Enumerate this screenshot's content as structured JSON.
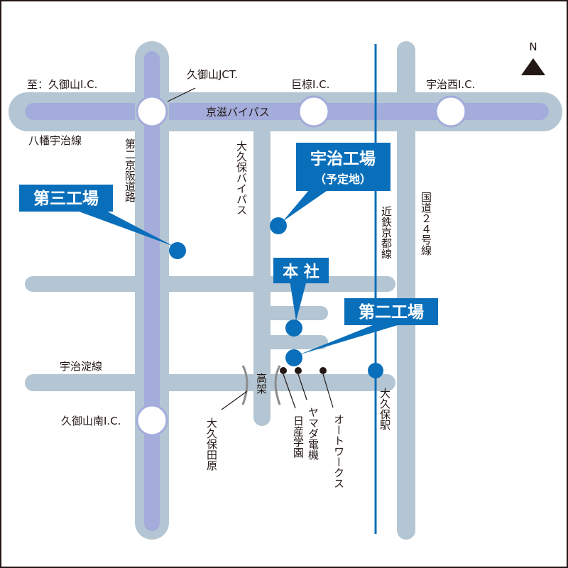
{
  "north": "N",
  "roads": {
    "bypass": "京滋バイパス",
    "second_keihan": "第二京阪道路",
    "okubo_bypass": "大久保バイパス",
    "route24": "国道２４号線",
    "uji_yodo": "宇治淀線",
    "yawata_uji": "八幡宇治線",
    "kintetsu": "近鉄京都線"
  },
  "interchanges": {
    "to_kumiyama": "至：久御山I.C.",
    "kumiyama_jct": "久御山JCT.",
    "ogura": "巨椋I.C.",
    "uji_nishi": "宇治西I.C.",
    "kumiyama_minami": "久御山南I.C."
  },
  "facilities": {
    "uji_factory": "宇治工場",
    "uji_factory_note": "（予定地）",
    "third_factory": "第三工場",
    "head_office": "本 社",
    "second_factory": "第二工場"
  },
  "landmarks": {
    "elevated": "高架",
    "okubo_station": "大久保駅",
    "okubo_tahara": "大久保田原",
    "nissan_gakuen": "日産学園",
    "yamada_denki": "ヤマダ電機",
    "autoworks": "オートワークス"
  },
  "colors": {
    "road": "#b4c6d3",
    "highway": "#a3acdb",
    "rail": "#0a6fba",
    "facility": "#0a6fba",
    "ink": "#231815"
  }
}
